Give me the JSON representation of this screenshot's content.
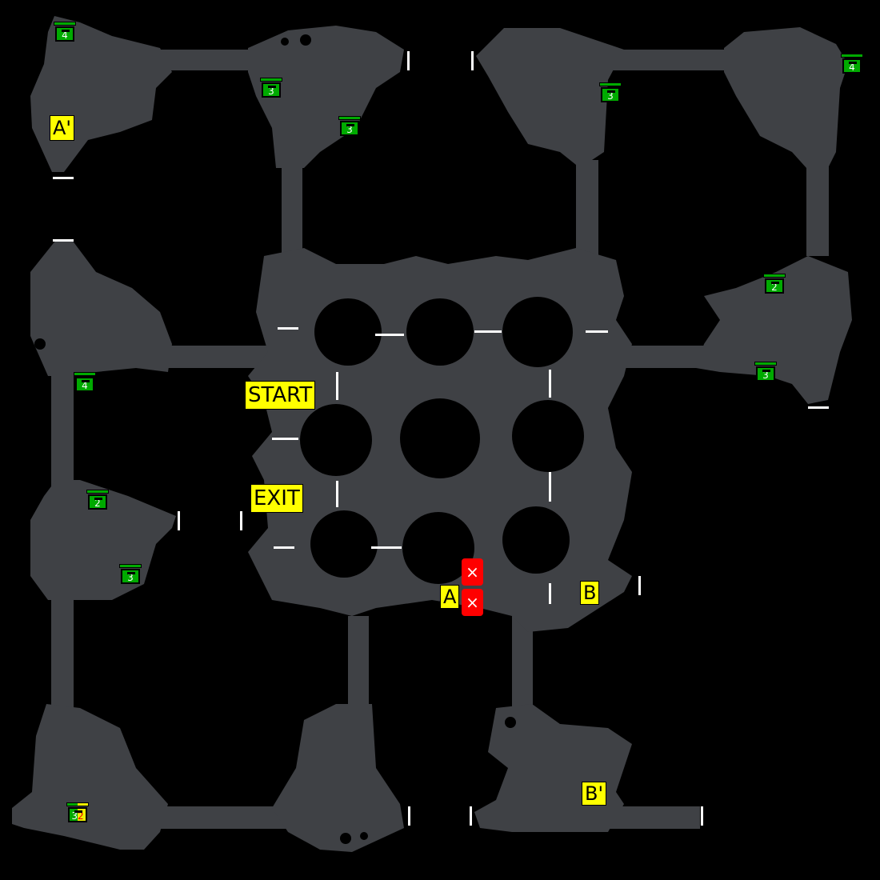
{
  "map": {
    "labels": {
      "a_prime": "A'",
      "start": "START",
      "exit": "EXIT",
      "a": "A",
      "b": "B",
      "b_prime": "B'"
    },
    "markers": [
      {
        "icon": "x-icon",
        "glyph": "×"
      },
      {
        "icon": "x-icon",
        "glyph": "×"
      }
    ],
    "chests": [
      {
        "value": "4"
      },
      {
        "value": "3"
      },
      {
        "value": "3"
      },
      {
        "value": "3"
      },
      {
        "value": "4"
      },
      {
        "value": "2"
      },
      {
        "value": "3"
      },
      {
        "value": "4"
      },
      {
        "value": "2"
      },
      {
        "value": "3"
      },
      {
        "value": "3",
        "value2": "2"
      }
    ],
    "colors": {
      "floor": "#3f4145",
      "wall": "#000000",
      "chest": "#00aa00",
      "label": "#ffff00",
      "marker": "#ff0000",
      "door": "#ffffff"
    }
  }
}
